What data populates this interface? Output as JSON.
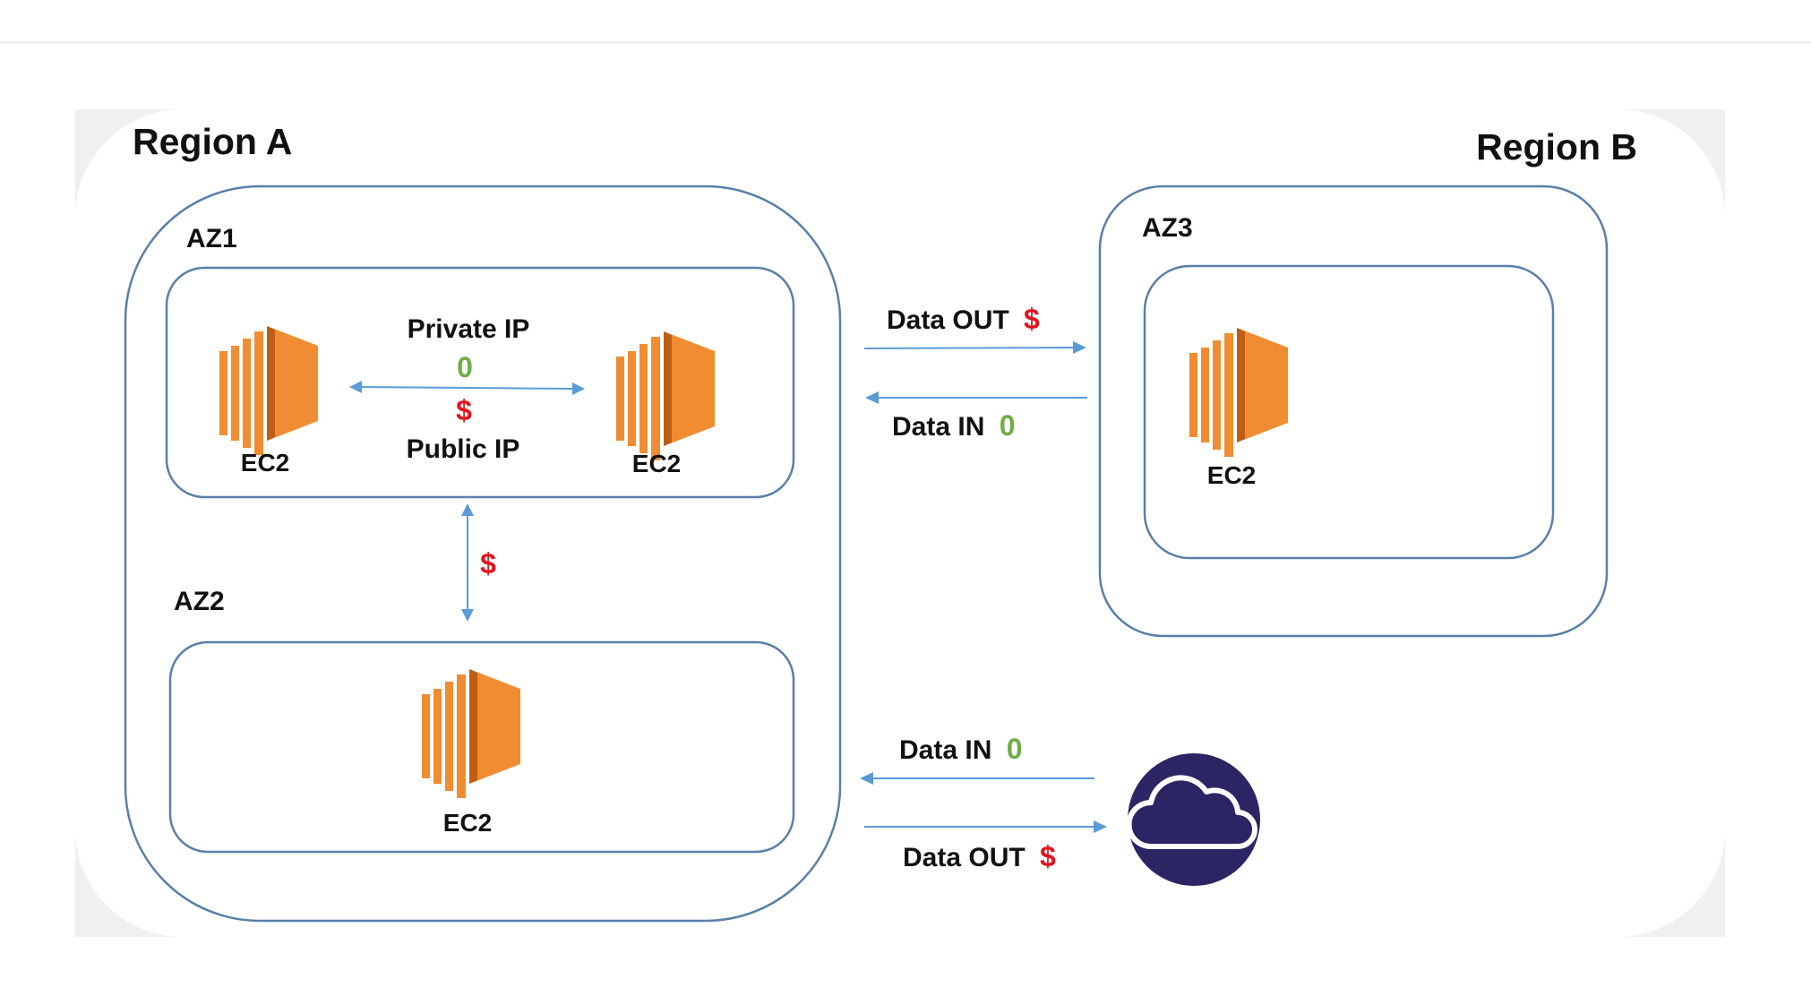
{
  "regions": {
    "a": {
      "title": "Region A"
    },
    "b": {
      "title": "Region B"
    }
  },
  "zones": {
    "az1": {
      "title": "AZ1",
      "left_instance": "EC2",
      "right_instance": "EC2",
      "private_ip": "Private IP",
      "private_cost": "0",
      "public_cost": "$",
      "public_ip": "Public IP"
    },
    "az2": {
      "title": "AZ2",
      "instance": "EC2"
    },
    "az3": {
      "title": "AZ3",
      "instance": "EC2"
    }
  },
  "cross_az": {
    "cost": "$"
  },
  "inter_region": {
    "out_label": "Data OUT",
    "out_cost": "$",
    "in_label": "Data IN",
    "in_cost": "0"
  },
  "internet": {
    "in_label": "Data IN",
    "in_cost": "0",
    "out_label": "Data OUT",
    "out_cost": "$"
  },
  "icons": {
    "instance": "ec2-instance-icon",
    "internet": "cloud-icon"
  },
  "colors": {
    "border": "#5a7fa8",
    "arrow": "#5b9bd5",
    "ec2_orange": "#f08d32",
    "ec2_dark": "#bf5d16",
    "cost_red": "#e0141e",
    "free_green": "#70ad47",
    "cloud_navy": "#2b2563",
    "region_bg": "#f0f0f0"
  }
}
